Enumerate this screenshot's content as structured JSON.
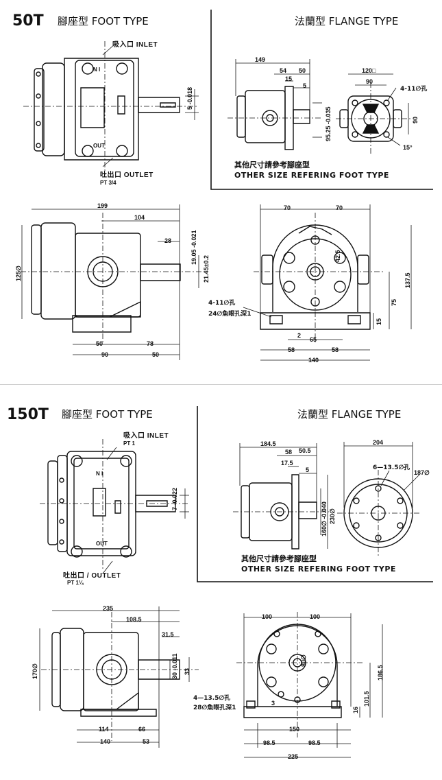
{
  "models": [
    {
      "model": "50T",
      "foot_header": "腳座型  FOOT TYPE",
      "flange_header": "法蘭型  FLANGE TYPE",
      "inlet_label": "吸入口  INLET",
      "nameplate_in": "N I",
      "nameplate_out": "OUT",
      "outlet_label": "吐出口  OUTLET",
      "outlet_thread": "PT 3/4",
      "shaft_tol_top": "5 -0.018",
      "note_cn": "其他尺寸請參考腳座型",
      "note_en": "OTHER SIZE REFERING FOOT TYPE",
      "flange_dims": {
        "d149": "149",
        "d54": "54",
        "d50": "50",
        "d15": "15",
        "d5": "5",
        "d95": "95.25 -0.035",
        "d120": "120□",
        "d90a": "90",
        "d90b": "90",
        "hole": "4-11∅孔",
        "d15deg": "15°"
      },
      "foot_dims": {
        "d199": "199",
        "d104": "104",
        "d28": "28",
        "d1905": "19.05 -0.021",
        "d2145": "21.45±0.2",
        "d125": "125∅",
        "d50a": "50",
        "d78": "78",
        "d90": "90",
        "d50b": "50"
      },
      "end_dims": {
        "d70a": "70",
        "d70b": "70",
        "d425": "42.5",
        "d1375": "137.5",
        "d75": "75",
        "d15": "15",
        "hole": "4-11∅孔",
        "cbore": "24∅魚眼孔深1",
        "d2": "2",
        "d65": "65",
        "d58a": "58",
        "d58b": "58",
        "d140": "140"
      }
    },
    {
      "model": "150T",
      "foot_header": "腳座型  FOOT TYPE",
      "flange_header": "法蘭型  FLANGE TYPE",
      "inlet_label": "吸入口  INLET",
      "inlet_thread": "PT 1",
      "nameplate_in": "N I",
      "nameplate_out": "OUT",
      "outlet_label": "吐出口 /  OUTLET",
      "outlet_thread": "PT 1¼",
      "shaft_tol_top": "7 -0.022",
      "note_cn": "其他尺寸請參考腳座型",
      "note_en": "OTHER SIZE REFERING FOOT TYPE",
      "flange_dims": {
        "d1845": "184.5",
        "d58": "58",
        "d505": "50.5",
        "d175": "17.5",
        "d5": "5",
        "d160": "160∅ -0.040",
        "d230": "230∅",
        "d204": "204",
        "hole": "6—13.5∅孔",
        "d187": "187∅"
      },
      "foot_dims": {
        "d235": "235",
        "d1085": "108.5",
        "d315": "31.5",
        "d30": "30 -0.011",
        "d33": "33",
        "d170": "170∅",
        "d114": "114",
        "d66": "66",
        "d140": "140",
        "d53": "53"
      },
      "end_dims": {
        "d100a": "100",
        "d100b": "100",
        "d80": "80∅",
        "d1865": "186.5",
        "d1015": "101.5",
        "d16": "16",
        "hole": "4—13.5∅孔",
        "cbore": "28∅魚眼孔深1",
        "d3": "3",
        "d150": "150",
        "d985a": "98.5",
        "d985b": "98.5",
        "d225": "225"
      }
    }
  ]
}
